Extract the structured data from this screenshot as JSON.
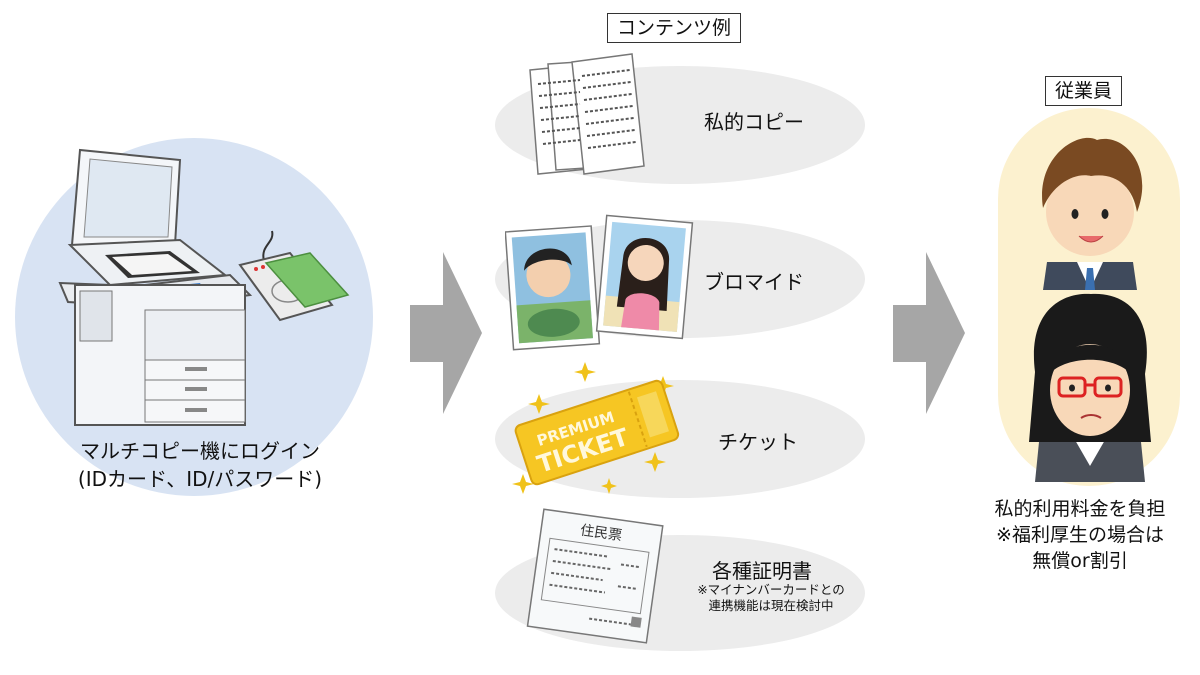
{
  "login": {
    "line1": "マルチコピー機にログイン",
    "line2": "(IDカード、ID/パスワード)"
  },
  "contents": {
    "title": "コンテンツ例",
    "items": [
      {
        "label": "私的コピー"
      },
      {
        "label": "ブロマイド"
      },
      {
        "label": "チケット"
      },
      {
        "label": "各種証明書",
        "note_line1": "※マイナンバーカードとの",
        "note_line2": "連携機能は現在検討中"
      }
    ],
    "ticket_text": {
      "line1": "PREMIUM",
      "line2": "TICKET"
    },
    "certificate_title": "住民票"
  },
  "employee": {
    "title": "従業員",
    "line1": "私的利用料金を負担",
    "line2": "※福利厚生の場合は",
    "line3": "無償or割引"
  }
}
